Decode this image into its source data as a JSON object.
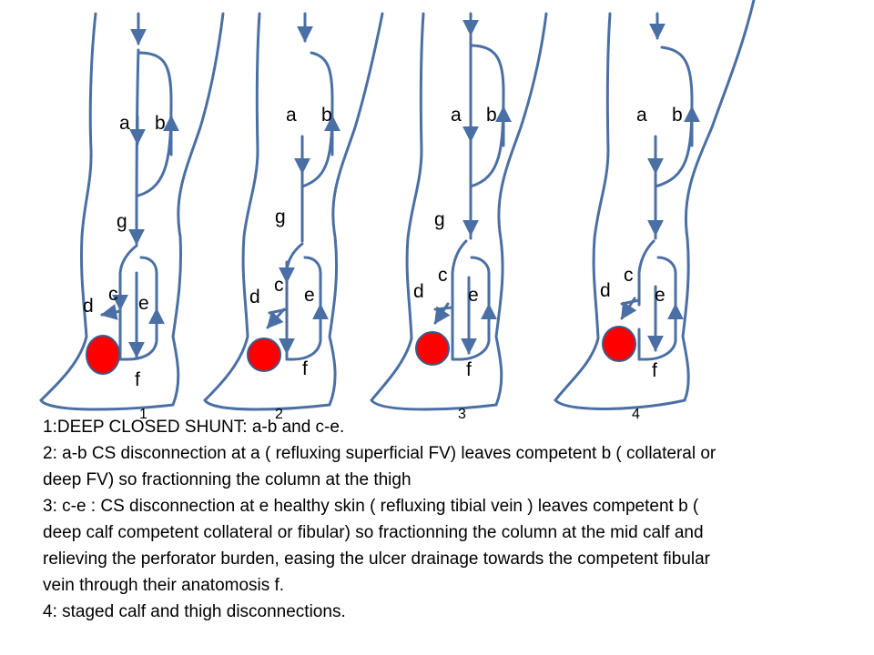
{
  "colors": {
    "line": "#4a6fa5",
    "ulcer": "#ff0000",
    "ulcer_stroke": "#3b5b8c"
  },
  "labels": {
    "a": "a",
    "b": "b",
    "c": "c",
    "d": "d",
    "e": "e",
    "f": "f",
    "g": "g"
  },
  "panels": [
    {
      "number": "1"
    },
    {
      "number": "2"
    },
    {
      "number": "3"
    },
    {
      "number": "4"
    }
  ],
  "caption": {
    "line1": "1:DEEP CLOSED SHUNT: a-b and c-e.",
    "line2a": "2: a-b CS disconnection at a ( refluxing superficial FV) leaves competent b ( collateral or",
    "line2b": "deep FV) so fractionning the column at the thigh",
    "line3a": "3:  c-e : CS disconnection at e healthy skin ( refluxing tibial vein ) leaves competent b (",
    "line3b": "deep calf competent collateral or fibular) so fractionning the column at the mid calf and",
    "line3c": "relieving the perforator burden, easing the ulcer drainage towards the competent fibular",
    "line3d": "vein through their anatomosis f.",
    "line4": "4: staged calf and thigh disconnections."
  }
}
